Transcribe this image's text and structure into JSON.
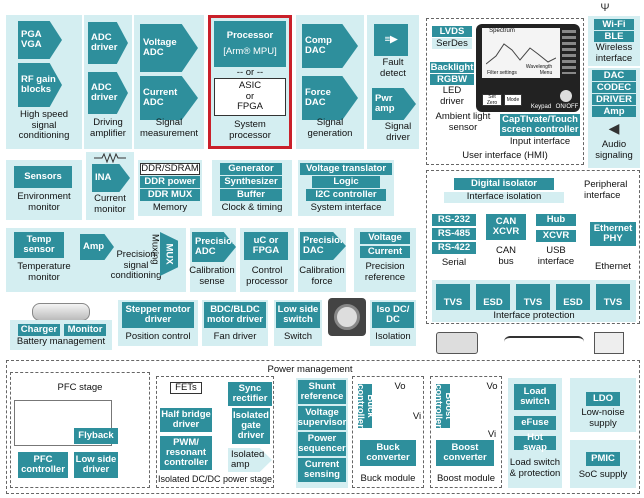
{
  "hs": {
    "pga": "PGA\nVGA",
    "rf": "RF gain\nblocks",
    "label": "High speed\nsignal\nconditioning"
  },
  "drv": {
    "adc1": "ADC\ndriver",
    "adc2": "ADC\ndriver",
    "label": "Driving\namplifier"
  },
  "sm": {
    "vadc": "Voltage\nADC",
    "cadc": "Current\nADC",
    "label": "Signal\nmeasurement"
  },
  "proc": {
    "title": "Processor",
    "sub": "[Arm® MPU]",
    "or": "-- or --",
    "asic": "ASIC\nor\nFPGA",
    "label": "System\nprocessor"
  },
  "sg": {
    "comp": "Comp\nDAC",
    "force": "Force\nDAC",
    "label": "Signal\ngeneration"
  },
  "fault": {
    "label": "Fault\ndetect"
  },
  "pwr": {
    "amp": "Pwr\namp",
    "label": "Signal\ndriver"
  },
  "hmi": {
    "lvds": "LVDS",
    "serdes": "SerDes",
    "backlight": "Backlight",
    "rgbw": "RGBW",
    "led": "LED\ndriver",
    "ambient": "Ambient light\nsensor",
    "cap": "CapTIvate/Touch\nscreen controller",
    "input": "Input interface",
    "label": "User interface (HMI)",
    "spectrum": "Spectrum",
    "wavelength": "Wavelength",
    "filter": "Filter settings",
    "menu": "Menu",
    "keypad": "Keypad",
    "setzero": "Set Zero",
    "mode": "Mode",
    "onoff": "ON/OFF"
  },
  "wifi": {
    "a": "Wi-Fi",
    "b": "BLE",
    "label": "Wireless\ninterface"
  },
  "audio": {
    "a": "DAC",
    "b": "CODEC",
    "c": "DRIVER",
    "d": "Amp",
    "label": "Audio\nsignaling"
  },
  "sensors": {
    "t": "Sensors",
    "label": "Environment\nmonitor"
  },
  "ina": {
    "t": "INA",
    "label": "Current\nmonitor"
  },
  "mem": {
    "a": "DDR/SDRAM",
    "b": "DDR power",
    "c": "DDR MUX",
    "label": "Memory"
  },
  "clock": {
    "a": "Generator",
    "b": "Synthesizer",
    "c": "Buffer",
    "label": "Clock & timing"
  },
  "sysif": {
    "a": "Voltage translator",
    "b": "Logic",
    "c": "I2C controller",
    "label": "System interface"
  },
  "periph": {
    "iso": "Digital isolator",
    "isolabel": "Interface isolation",
    "label": "Peripheral\ninterface",
    "rs232": "RS-232",
    "rs485": "RS-485",
    "rs422": "RS-422",
    "serial": "Serial",
    "can": "CAN\nXCVR",
    "canbus": "CAN\nbus",
    "hub": "Hub",
    "xcvr": "XCVR",
    "usb": "USB\ninterface",
    "eth": "Ethernet\nPHY",
    "ethernet": "Ethernet",
    "tvs": "TVS",
    "esd": "ESD",
    "prot": "Interface protection"
  },
  "temp": {
    "t": "Temp\nsensor",
    "label": "Temperature\nmonitor"
  },
  "prec": {
    "amp": "Amp",
    "label": "Precision\nsignal\nconditioning",
    "mux": "MUX",
    "muxing": "Muxing"
  },
  "cal": {
    "t": "Precision\nADC",
    "label": "Calibration\nsense"
  },
  "ctrl": {
    "t": "uC or\nFPGA",
    "label": "Control\nprocessor"
  },
  "cf": {
    "t": "Precision\nDAC",
    "label": "Calibration\nforce"
  },
  "ref": {
    "a": "Voltage",
    "b": "Current",
    "label": "Precision\nreference"
  },
  "batt": {
    "charger": "Charger",
    "monitor": "Monitor",
    "label": "Battery management"
  },
  "step": {
    "t": "Stepper motor\ndriver",
    "label": "Position control"
  },
  "fan": {
    "t": "BDC/BLDC\nmotor driver",
    "label": "Fan driver"
  },
  "sw": {
    "t": "Low side\nswitch",
    "label": "Switch"
  },
  "iso": {
    "t": "Iso DC/\nDC",
    "label": "Isolation"
  },
  "pm": {
    "title": "Power management",
    "pfc": "PFC stage",
    "flyback": "Flyback",
    "pfcctl": "PFC\ncontroller",
    "lsd": "Low side\ndriver",
    "fets": "FETs",
    "hb": "Half bridge\ndriver",
    "sync": "Sync\nrectifier",
    "isogate": "Isolated\ngate\ndriver",
    "pwm": "PWM/\nresonant\ncontroller",
    "isoamp": "Isolated\namp",
    "isolabel": "Isolated DC/DC power stage",
    "shunt": "Shunt\nreference",
    "vsup": "Voltage\nsupervisor",
    "seq": "Power\nsequencer",
    "cs": "Current\nsensing",
    "buckctl": "Buck\ncontroller",
    "buckconv": "Buck\nconverter",
    "buckmod": "Buck module",
    "boostctl": "Boost\ncontroller",
    "boostconv": "Boost\nconverter",
    "boostmod": "Boost module",
    "ls": "Load\nswitch",
    "efuse": "eFuse",
    "hot": "Hot swap",
    "lslabel": "Load switch\n& protection",
    "ldo": "LDO",
    "ldolabel": "Low-noise\nsupply",
    "pmic": "PMIC",
    "pmiclabel": "SoC supply",
    "vo": "Vo",
    "vi": "Vi"
  }
}
